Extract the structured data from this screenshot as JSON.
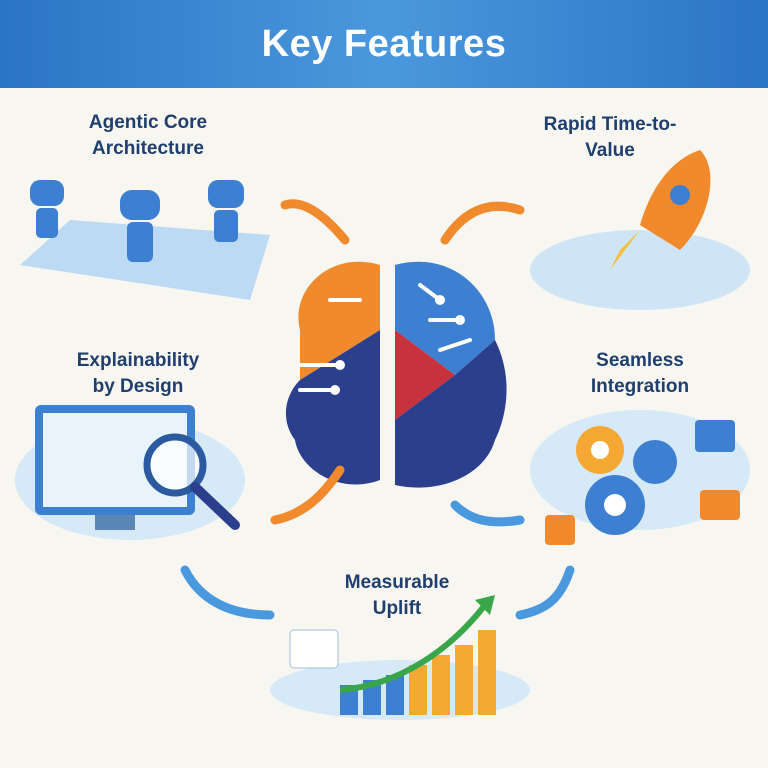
{
  "header": {
    "title": "Key Features"
  },
  "features": [
    {
      "line1": "Agentic Core",
      "line2": "Architecture",
      "icon": "robots-icon"
    },
    {
      "line1": "Rapid Time-to-",
      "line2": "Value",
      "icon": "rocket-icon"
    },
    {
      "line1": "Explainability",
      "line2": "by Design",
      "icon": "magnifier-monitor-icon"
    },
    {
      "line1": "Seamless",
      "line2": "Integration",
      "icon": "gears-icon"
    },
    {
      "line1": "Measurable",
      "line2": "Uplift",
      "icon": "growth-chart-icon"
    }
  ],
  "colors": {
    "header": "#2c74c4",
    "title_text": "#1f3f6e",
    "orange": "#f08a2c",
    "blue": "#3d7fd0",
    "red": "#c8323c",
    "navy": "#2c3f8c"
  }
}
